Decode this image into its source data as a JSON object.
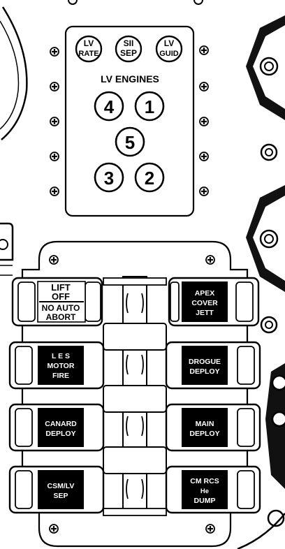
{
  "lv_panel": {
    "top_lamps": [
      {
        "line1": "LV",
        "line2": "RATE"
      },
      {
        "line1": "SII",
        "line2": "SEP"
      },
      {
        "line1": "LV",
        "line2": "GUID"
      }
    ],
    "title": "LV ENGINES",
    "engines": [
      "4",
      "1",
      "5",
      "3",
      "2"
    ]
  },
  "switches": {
    "lift_off": {
      "line1": "LIFT",
      "line2": "OFF",
      "line3": "NO AUTO",
      "line4": "ABORT"
    },
    "apex": {
      "line1": "APEX",
      "line2": "COVER",
      "line3": "JETT"
    },
    "les": {
      "line1": "L E S",
      "line2": "MOTOR",
      "line3": "FIRE"
    },
    "drogue": {
      "line1": "DROGUE",
      "line2": "DEPLOY"
    },
    "canard": {
      "line1": "CANARD",
      "line2": "DEPLOY"
    },
    "main": {
      "line1": "MAIN",
      "line2": "DEPLOY"
    },
    "csm_lv": {
      "line1": "CSM/LV",
      "line2": "SEP"
    },
    "cm_rcs": {
      "line1": "CM RCS",
      "line2": "He",
      "line3": "DUMP"
    }
  },
  "colors": {
    "ink": "#000000",
    "paper": "#ffffff"
  }
}
